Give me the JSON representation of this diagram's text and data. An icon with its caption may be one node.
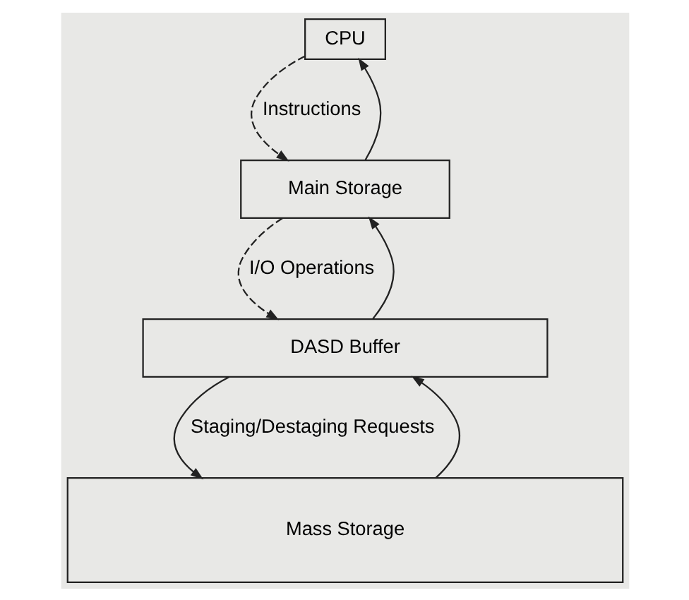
{
  "diagram": {
    "nodes": [
      {
        "text": [
          "CPU"
        ]
      },
      {
        "text": [
          "Main Storage"
        ]
      },
      {
        "text": [
          "DASD Buffer"
        ]
      },
      {
        "text": [
          "Mass Storage"
        ]
      }
    ],
    "edges": [
      {
        "from": 1,
        "to": 0,
        "arrow": "to"
      },
      {
        "from": 0,
        "to": 1,
        "arrow": "to",
        "style": "dashed",
        "label": "Instructions"
      },
      {
        "from": 2,
        "to": 1,
        "arrow": "to"
      },
      {
        "from": 1,
        "to": 2,
        "arrow": "to",
        "style": "dashed",
        "label": "I/O Operations"
      },
      {
        "from": 3,
        "to": 2,
        "arrow": "to"
      },
      {
        "from": 2,
        "to": 3,
        "arrow": "to",
        "label": "Staging/Destaging Requests"
      }
    ]
  }
}
